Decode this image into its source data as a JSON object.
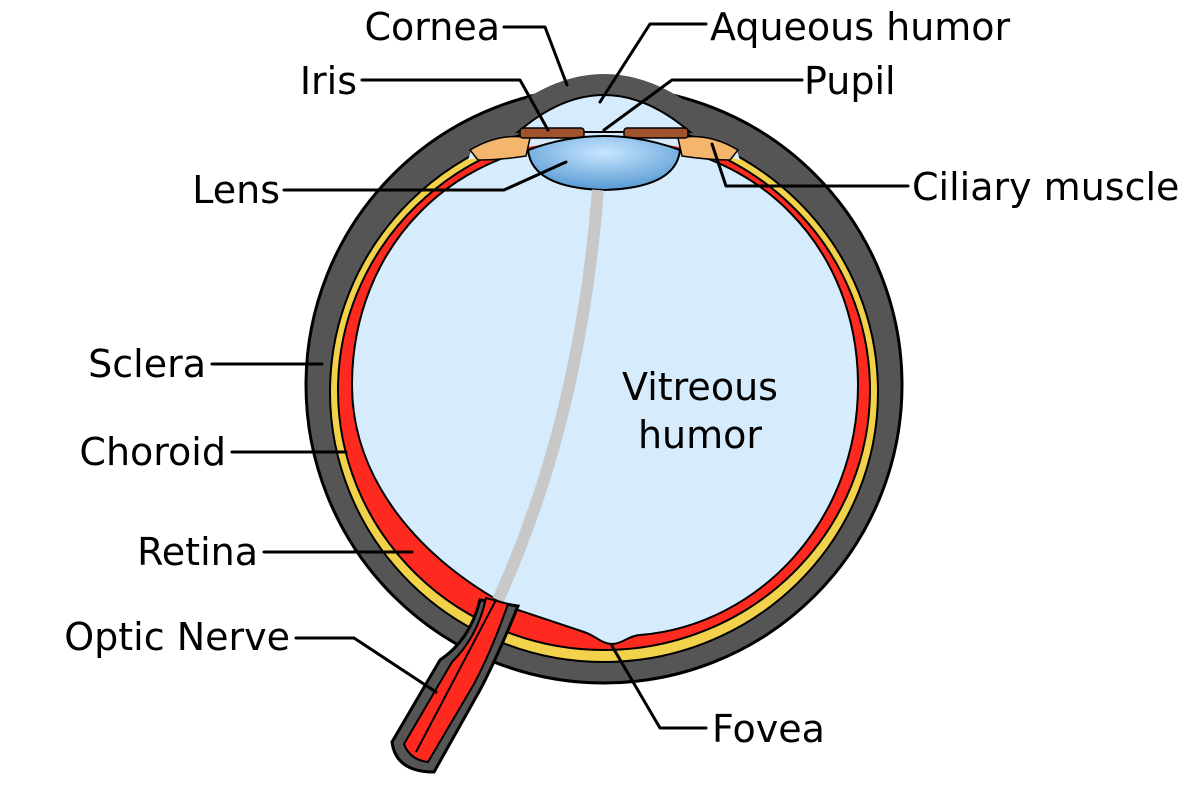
{
  "colors": {
    "sclera": "#555555",
    "choroid": "#f2d24a",
    "retina": "#ff2a1f",
    "vitreous": "#d6ecfc",
    "lens": "#7fb8e6",
    "iris": "#a0522d",
    "ciliary": "#f4b56d",
    "hyaloid": "#c8c8c8",
    "outline": "#000000",
    "background": "#ffffff"
  },
  "labels": {
    "cornea": "Cornea",
    "aqueous_humor": "Aqueous humor",
    "iris": "Iris",
    "pupil": "Pupil",
    "lens": "Lens",
    "ciliary_muscle": "Ciliary muscle",
    "sclera": "Sclera",
    "choroid": "Choroid",
    "retina": "Retina",
    "optic_nerve": "Optic Nerve",
    "fovea": "Fovea",
    "vitreous_line1": "Vitreous",
    "vitreous_line2": "humor"
  }
}
